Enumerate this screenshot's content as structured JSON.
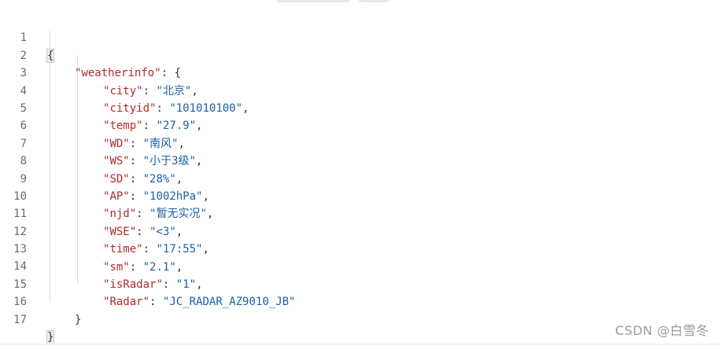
{
  "lines": [
    {
      "n": "1",
      "open": "{"
    },
    {
      "n": "2",
      "key": "weatherinfo",
      "open": "{"
    },
    {
      "n": "3",
      "key": "city",
      "value": "北京"
    },
    {
      "n": "4",
      "key": "cityid",
      "value": "101010100"
    },
    {
      "n": "5",
      "key": "temp",
      "value": "27.9"
    },
    {
      "n": "6",
      "key": "WD",
      "value": "南风"
    },
    {
      "n": "7",
      "key": "WS",
      "value": "小于3级"
    },
    {
      "n": "8",
      "key": "SD",
      "value": "28%"
    },
    {
      "n": "9",
      "key": "AP",
      "value": "1002hPa"
    },
    {
      "n": "10",
      "key": "njd",
      "value": "暂无实况"
    },
    {
      "n": "11",
      "key": "WSE",
      "value": "<3"
    },
    {
      "n": "12",
      "key": "time",
      "value": "17:55"
    },
    {
      "n": "13",
      "key": "sm",
      "value": "2.1"
    },
    {
      "n": "14",
      "key": "isRadar",
      "value": "1"
    },
    {
      "n": "15",
      "key": "Radar",
      "value": "JC_RADAR_AZ9010_JB"
    },
    {
      "n": "16",
      "close": "}"
    },
    {
      "n": "17",
      "close": "}"
    }
  ],
  "watermark": "CSDN @白雪冬",
  "colors": {
    "key": "#b22a2a",
    "string": "#1d5fa6",
    "line_number": "#6b6b6b"
  }
}
